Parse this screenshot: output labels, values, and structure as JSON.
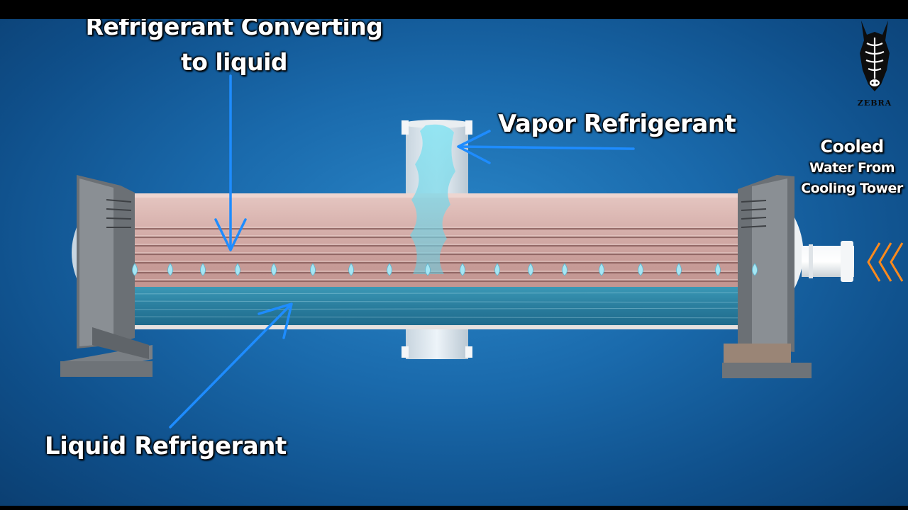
{
  "labels": {
    "converting_line1": "Refrigerant Converting",
    "converting_line2": "to liquid",
    "vapor": "Vapor Refrigerant",
    "liquid": "Liquid Refrigerant",
    "cooled": "Cooled",
    "water_from": "Water From",
    "cooling_tower": "Cooling Tower"
  },
  "logo": {
    "text": "ZEBRA"
  },
  "colors": {
    "background": "#1a6aac",
    "arrow": "#1e8cff",
    "shell": "#d9b3ae",
    "liquid": "#2f8aa8",
    "vapor": "#7fd8e8",
    "droplet": "#9be3f2",
    "inlet_chevrons": "#ff8a1c"
  },
  "icons": {
    "logo": "zebra-head-icon",
    "inlet": "chevron-left-icon"
  }
}
